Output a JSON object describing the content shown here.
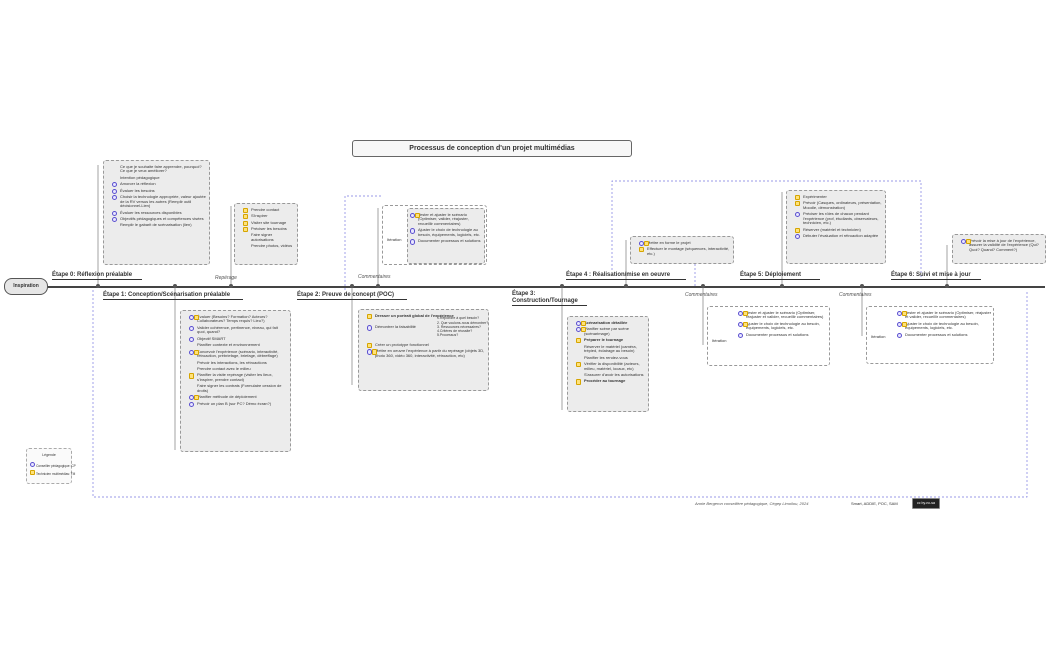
{
  "title": "Processus de conception d'un projet multimédias",
  "inspiration": "Inspiration",
  "etapes": {
    "e0": "Étape 0: Réflexion préalable",
    "e1": "Étape 1: Conception/Scénarisation préalable",
    "e2": "Étape 2: Preuve de concept (POC)",
    "e3a": "Étape 3:",
    "e3b": "Construction/Tournage",
    "e4": "Étape 4 : Réalisation/mise en oeuvre",
    "e5": "Étape 5: Déploiement",
    "e6": "Étape 6: Suivi et mise à jour"
  },
  "labels": {
    "reperage": "Repérage",
    "commentaires": "Commentaires",
    "iteration": "Itération"
  },
  "e0_items": [
    "Ce que je souhaite faire apprendre, pourquoi? Ce que je veux améliorer?",
    "Intention pédagogique",
    "Amorcer la réflexion",
    "Évaluer les besoins",
    "Choisir la technologie appropriée, valeur ajoutée de la RV versus les autres (Remplir outil décisionnel-Lien)",
    "Évaluer les ressources disponibles",
    "Objectifs pédagogiques et compétences visées",
    "Remplir le gabarit de scénarisation (lien)"
  ],
  "reperage_items": [
    "Prendre contact",
    "S'inspirer",
    "Visiter site tournage",
    "Préciser les besoins",
    "Faire signer autorisations",
    "Prendre photos, vidéos"
  ],
  "e1_items": [
    "Évaluer (Besoins? Formation? Acteurs? Collaborateurs? Temps requis? Lieu?)",
    "Valider cohérence, pertinence, niveau, qui fait quoi, quand?",
    "Objectif SMART",
    "Planifier contexte et environnement",
    "Concevoir l'expérience (scénario, interactivité, rétroaction, prébriefage, briefage, débreffage)",
    "Prévoir les interactions, les rétroactions",
    "Prendre contact avec le milieu",
    "Planifier la visite repérage (visiter les lieux, s'inspirer, prendre contact)",
    "Faire signer les contrats (Formulaire cession de droits)",
    "Planifier méthode de déploiement",
    "Prévoir un plan B (sur PC? Démo écran?)"
  ],
  "comment_e2_items": [
    "Tester et ajuster le scénario (Optimiser, valider, réajuster, recueillir commentaires)",
    "Ajuster le choix de technologie au besoin, équipements, logiciels, etc.",
    "Documenter processus et solutions"
  ],
  "e2_items": [
    "Dresser un portrait global de l'expérience",
    "Démontrer la faisabilité",
    "Créer un prototype fonctionnel",
    "Mettre en oeuvre l'expérience à partir du repérage (objets 3D, photo 360, vidéo 360, interactivité, rétroaction, etc)"
  ],
  "e2_sub": [
    "1.Répondre à quel besoin?",
    "2. Que voulons-nous démontrer?",
    "3. Ressources nécessaires?",
    "4.Critères de réussite?",
    "5.Processus?"
  ],
  "e3_items": [
    "Scénarisation détaillée",
    "Planifier scène par scène (scénarimage)",
    "Préparer le tournage",
    "Réserver le matériel (caméra, trépied, éclairage au besoin)",
    "Planifier les rendez-vous",
    "Vérifier la disponibilité (acteurs, milieu, matériel, locaux, etc)",
    "S'assurer d'avoir les autorisations",
    "Procéder au tournage"
  ],
  "e4_items": [
    "Mettre en forme le projet",
    "Effectuer le montage (séquences, interactivité, etc.)"
  ],
  "comment_e4_items": [
    "Tester et ajuster le scénario (Optimiser, réajuster et valider, recueillir commentaires)",
    "Ajuster le choix de technologie au besoin, équipements, logiciels, etc.",
    "Documenter processus et solutions"
  ],
  "e5_items": [
    "Expérimenter",
    "Prévoir (Casques, ordinateurs, présentation, Moodle, démonstration)",
    "Préciser les rôles de chacun pendant l'expérience (prof, étudiants, observateurs, technicien, etc.)",
    "Réserver (matériel et technicien)",
    "Débuter l'évaluation et rétroaction adaptée"
  ],
  "e6_items": [
    "Prévoir la mise à jour de l'expérience, assurer la validité de l'expérience (Qui? Quoi? Quand? Comment?)"
  ],
  "comment_e6_items": [
    "Tester et ajuster le scénario (Optimiser, réajuster et valider, recueillir commentaires)",
    "Ajuster le choix de technologie au besoin, équipements, logiciels, etc.",
    "Documenter processus et solutions"
  ],
  "legend": {
    "title": "Légende",
    "items": [
      "Conseiller pédagogique: CP",
      "Technicien multimédias: TM"
    ]
  },
  "footer": {
    "author": "Annie Bergeron conseillère pédagogique, Cégep Limoilou, 2024",
    "tags": "Smart, ADDIE, POC, SAM",
    "license": "cc by-nc-sa"
  },
  "colors": {
    "cp": "#5a4fcf",
    "tm": "#f2c200",
    "box": "#ececec",
    "dashed": "#7a7ae0"
  },
  "icons": {
    "cp": "person-icon",
    "tm": "monitor-icon"
  }
}
